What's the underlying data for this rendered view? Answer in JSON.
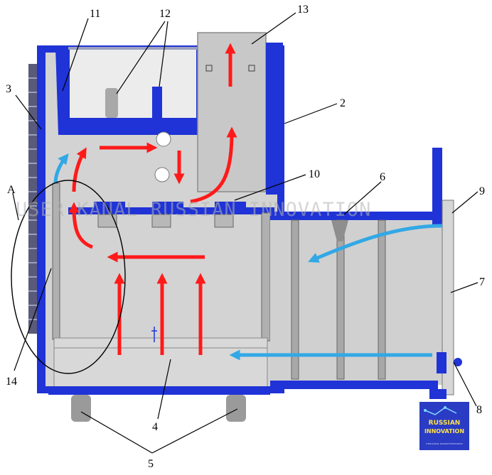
{
  "diagram": {
    "labels": {
      "l1": "11",
      "l2": "12",
      "l3": "13",
      "l4": "3",
      "l5": "2",
      "l6": "10",
      "l7": "6",
      "l8": "A",
      "l9": "9",
      "l10": "7",
      "l11": "14",
      "l12": "8",
      "l13": "4",
      "l14": "5"
    },
    "watermark": "USER KANAL RUSSIAN INNOVATION",
    "badge": {
      "line1": "RUSSIAN",
      "line2": "INNOVATION",
      "line3": "USER KANAL RUSSIAN INNOVATION"
    },
    "colors": {
      "shell": "#1f33d6",
      "interior": "#d3d3d3",
      "hot_flow": "#ff1a1a",
      "cold_flow": "#32a8e6",
      "badge_bg": "#2a3bc4"
    }
  }
}
